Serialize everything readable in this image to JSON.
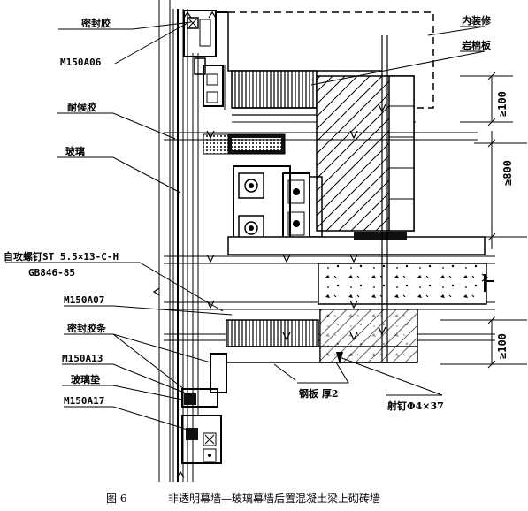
{
  "labels": {
    "sealant": "密封胶",
    "inner_trim": "内装修",
    "rock_wool": "岩棉板",
    "m150a06": "M150A06",
    "structural_glue": "耐候胶",
    "glass": "玻璃",
    "screw_1": "自攻螺钉ST 5.5×13-C-H",
    "screw_2": "GB846-85",
    "m150a07": "M150A07",
    "seal_strip": "密封胶条",
    "m150a13": "M150A13",
    "glass_pad": "玻璃垫",
    "m150a17": "M150A17",
    "steel_plate": "钢板 厚2",
    "nail": "射钉Φ4×37"
  },
  "dimensions": {
    "top_100": "≥100",
    "mid_800": "≥800",
    "bottom_100": "≥100"
  },
  "caption": {
    "figure": "图 6",
    "title": "非透明幕墙—玻璃幕墙后置混凝土梁上砌砖墙"
  }
}
